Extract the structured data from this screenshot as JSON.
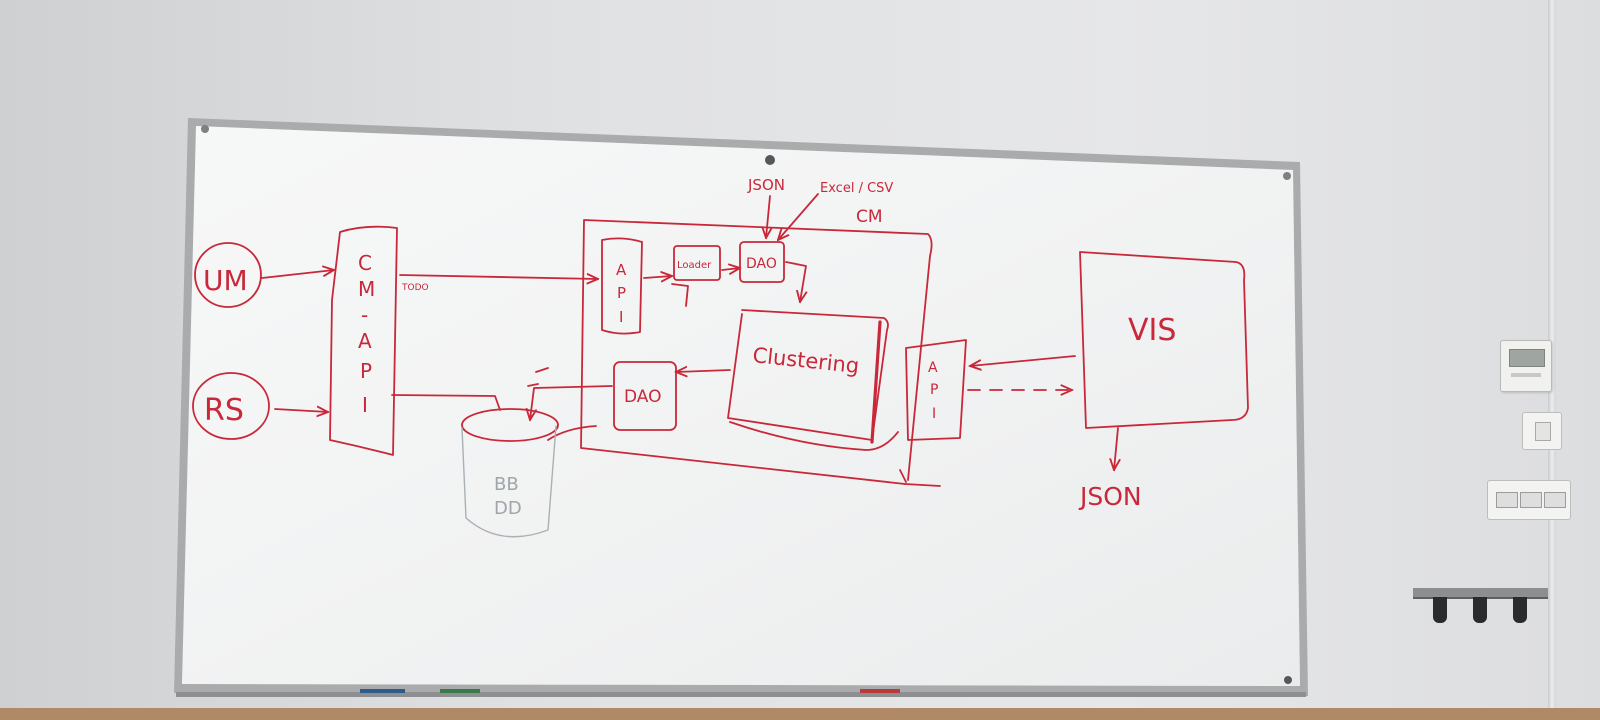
{
  "colors": {
    "marker": "#c8283a",
    "board_frame": "#a9abad",
    "board_surface": "#f4f5f5",
    "wall": "#e0e1e3"
  },
  "board": {
    "labels": {
      "um": "UM",
      "rs": "RS",
      "cm_api": "CM\n-\nAPI",
      "cm_api_letters": [
        "C",
        "M",
        "-",
        "A",
        "P",
        "I"
      ],
      "todo": "TODO",
      "json_top": "JSON",
      "excel_csv": "Excel / CSV",
      "cm": "CM",
      "api_left": [
        "A",
        "P",
        "I"
      ],
      "loader": "Loader",
      "dao_top": "DAO",
      "clustering": "Clustering",
      "dao_bottom": "DAO",
      "api_right": [
        "A",
        "P",
        "I"
      ],
      "vis": "VIS",
      "json_bottom": "JSON",
      "bbdd": [
        "BB",
        "DD"
      ]
    }
  }
}
